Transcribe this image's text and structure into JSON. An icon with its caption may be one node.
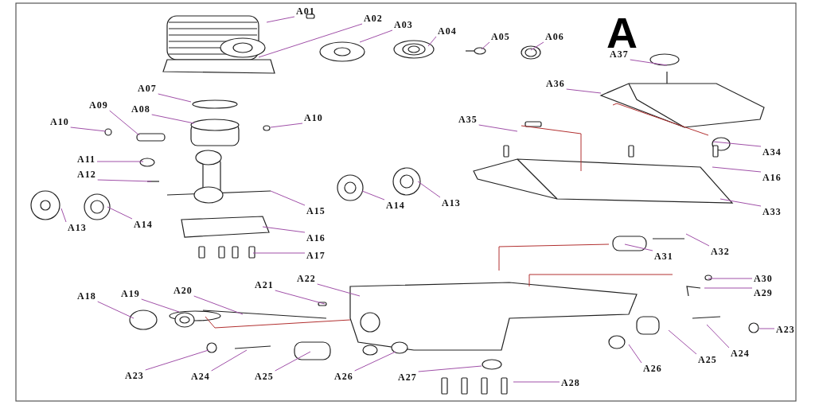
{
  "diagram": {
    "nodes": [
      {
        "text": [
          "A01"
        ]
      },
      {
        "text": [
          "A02"
        ]
      },
      {
        "text": [
          "A03"
        ]
      },
      {
        "text": [
          "A04"
        ]
      },
      {
        "text": [
          "A05"
        ]
      },
      {
        "text": [
          "A06"
        ]
      },
      {
        "text": [
          "A37"
        ]
      },
      {
        "text": [
          "A36"
        ]
      },
      {
        "text": [
          "A07"
        ]
      },
      {
        "text": [
          "A10"
        ]
      },
      {
        "text": [
          "A08"
        ]
      },
      {
        "text": [
          "A09"
        ]
      },
      {
        "text": [
          "A10"
        ]
      },
      {
        "text": [
          "A35"
        ]
      },
      {
        "text": [
          "A34"
        ]
      },
      {
        "text": [
          "A11"
        ]
      },
      {
        "text": [
          "A12"
        ]
      },
      {
        "text": [
          "A16"
        ]
      },
      {
        "text": [
          "A15"
        ]
      },
      {
        "text": [
          "A14"
        ]
      },
      {
        "text": [
          "A13"
        ]
      },
      {
        "text": [
          "A33"
        ]
      },
      {
        "text": [
          "A13"
        ]
      },
      {
        "text": [
          "A14"
        ]
      },
      {
        "text": [
          "A16"
        ]
      },
      {
        "text": [
          "A17"
        ]
      },
      {
        "text": [
          "A31"
        ]
      },
      {
        "text": [
          "A32"
        ]
      },
      {
        "text": [
          "A22"
        ]
      },
      {
        "text": [
          "A21"
        ]
      },
      {
        "text": [
          "A30"
        ]
      },
      {
        "text": [
          "A18"
        ]
      },
      {
        "text": [
          "A19"
        ]
      },
      {
        "text": [
          "A20"
        ]
      },
      {
        "text": [
          "A29"
        ]
      },
      {
        "text": [
          "A23"
        ]
      },
      {
        "text": [
          "A24"
        ]
      },
      {
        "text": [
          "A25"
        ]
      },
      {
        "text": [
          "A26"
        ]
      },
      {
        "text": [
          "A23"
        ]
      },
      {
        "text": [
          "A24"
        ]
      },
      {
        "text": [
          "A25"
        ]
      },
      {
        "text": [
          "A26"
        ]
      },
      {
        "text": [
          "A27"
        ]
      },
      {
        "text": [
          "A28"
        ]
      }
    ],
    "edges": [
      {
        "from": 0,
        "to": null,
        "arrow": "none"
      },
      {
        "from": 1,
        "to": null,
        "arrow": "none"
      },
      {
        "from": 2,
        "to": null,
        "arrow": "none"
      },
      {
        "from": 3,
        "to": null,
        "arrow": "none"
      },
      {
        "from": 4,
        "to": null,
        "arrow": "none"
      },
      {
        "from": 5,
        "to": null,
        "arrow": "none"
      },
      {
        "from": 6,
        "to": null,
        "arrow": "none"
      },
      {
        "from": 7,
        "to": null,
        "arrow": "none"
      },
      {
        "from": 8,
        "to": null,
        "arrow": "none"
      },
      {
        "from": 9,
        "to": null,
        "arrow": "none"
      },
      {
        "from": 10,
        "to": null,
        "arrow": "none"
      },
      {
        "from": 11,
        "to": null,
        "arrow": "none"
      },
      {
        "from": 12,
        "to": null,
        "arrow": "none"
      },
      {
        "from": 13,
        "to": null,
        "arrow": "none"
      },
      {
        "from": 14,
        "to": null,
        "arrow": "none"
      },
      {
        "from": 15,
        "to": null,
        "arrow": "none"
      },
      {
        "from": 16,
        "to": null,
        "arrow": "none"
      },
      {
        "from": 17,
        "to": null,
        "arrow": "none"
      },
      {
        "from": 18,
        "to": null,
        "arrow": "none"
      },
      {
        "from": 19,
        "to": null,
        "arrow": "none"
      },
      {
        "from": 20,
        "to": null,
        "arrow": "none"
      },
      {
        "from": 21,
        "to": null,
        "arrow": "none"
      },
      {
        "from": 22,
        "to": null,
        "arrow": "none"
      },
      {
        "from": 23,
        "to": null,
        "arrow": "none"
      },
      {
        "from": 24,
        "to": null,
        "arrow": "none"
      },
      {
        "from": 25,
        "to": null,
        "arrow": "none"
      },
      {
        "from": 26,
        "to": null,
        "arrow": "none"
      },
      {
        "from": 27,
        "to": null,
        "arrow": "none"
      },
      {
        "from": 28,
        "to": null,
        "arrow": "none"
      },
      {
        "from": 29,
        "to": null,
        "arrow": "none"
      },
      {
        "from": 30,
        "to": null,
        "arrow": "none"
      },
      {
        "from": 31,
        "to": null,
        "arrow": "none"
      },
      {
        "from": 32,
        "to": null,
        "arrow": "none"
      },
      {
        "from": 33,
        "to": null,
        "arrow": "none"
      },
      {
        "from": 34,
        "to": null,
        "arrow": "none"
      },
      {
        "from": 35,
        "to": null,
        "arrow": "none"
      },
      {
        "from": 36,
        "to": null,
        "arrow": "none"
      },
      {
        "from": 37,
        "to": null,
        "arrow": "none"
      },
      {
        "from": 38,
        "to": null,
        "arrow": "none"
      },
      {
        "from": 39,
        "to": null,
        "arrow": "none"
      },
      {
        "from": 40,
        "to": null,
        "arrow": "none"
      },
      {
        "from": 41,
        "to": null,
        "arrow": "none"
      },
      {
        "from": 42,
        "to": null,
        "arrow": "none"
      },
      {
        "from": 43,
        "to": null,
        "arrow": "none"
      },
      {
        "from": 44,
        "to": null,
        "arrow": "none"
      }
    ],
    "labels": [
      "A"
    ]
  }
}
